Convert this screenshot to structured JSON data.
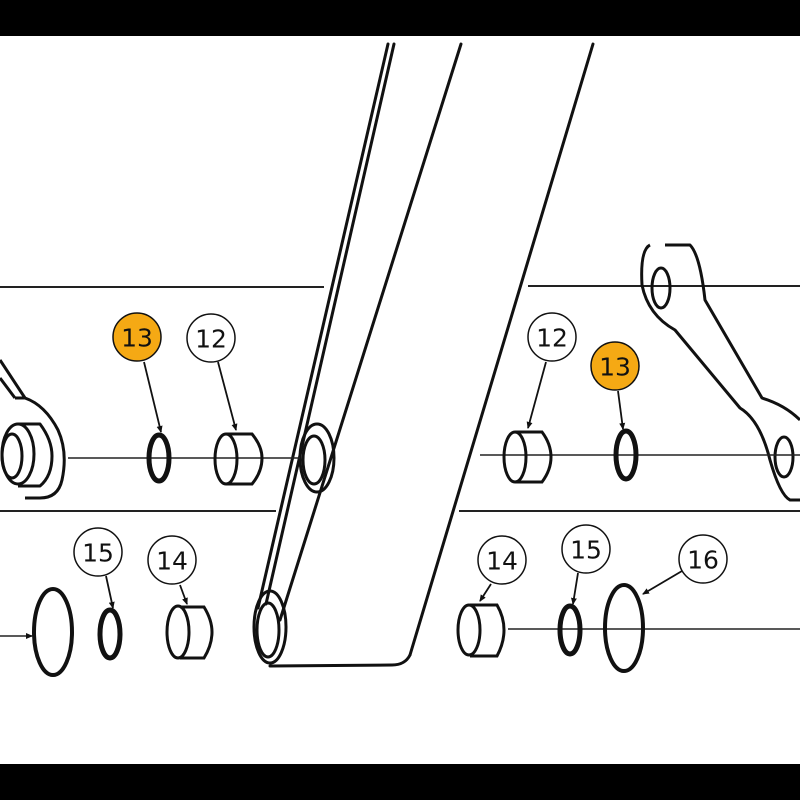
{
  "diagram": {
    "type": "exploded parts diagram",
    "highlight_color": "#F5A914",
    "line_color": "#111111",
    "background": "#ffffff",
    "frame_color": "#000000"
  },
  "callouts": [
    {
      "id": "c13-left",
      "label": "13",
      "highlighted": true,
      "part": "o-ring seal (upper left)"
    },
    {
      "id": "c12-left",
      "label": "12",
      "highlighted": false,
      "part": "bushing (upper left)"
    },
    {
      "id": "c12-right",
      "label": "12",
      "highlighted": false,
      "part": "bushing (upper right)"
    },
    {
      "id": "c13-right",
      "label": "13",
      "highlighted": true,
      "part": "o-ring seal (upper right)"
    },
    {
      "id": "c15-left",
      "label": "15",
      "highlighted": false,
      "part": "o-ring seal (lower left)"
    },
    {
      "id": "c14-left",
      "label": "14",
      "highlighted": false,
      "part": "bushing (lower left)"
    },
    {
      "id": "c14-right",
      "label": "14",
      "highlighted": false,
      "part": "bushing (lower right)"
    },
    {
      "id": "c15-right",
      "label": "15",
      "highlighted": false,
      "part": "o-ring seal (lower right)"
    },
    {
      "id": "c16-right",
      "label": "16",
      "highlighted": false,
      "part": "large o-ring (lower right)"
    }
  ]
}
